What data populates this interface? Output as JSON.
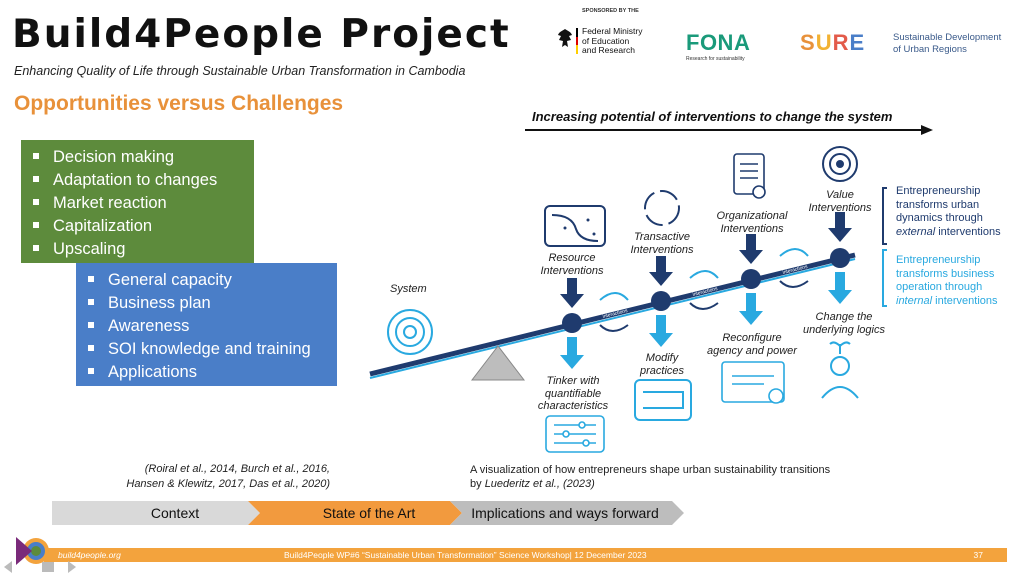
{
  "header": {
    "title": "Build4People Project",
    "subtitle": "Enhancing Quality of Life through Sustainable Urban Transformation in Cambodia"
  },
  "sponsors": {
    "sponsored_by": "SPONSORED BY THE",
    "ministry_lines": [
      "Federal Ministry",
      "of Education",
      "and Research"
    ],
    "fona": "FONA",
    "fona_sub": "Research for sustainability",
    "sure_letters": [
      "S",
      "U",
      "R",
      "E"
    ],
    "sure_text_lines": [
      "Sustainable Development",
      "of Urban Regions"
    ]
  },
  "section_title": "Opportunities versus Challenges",
  "opportunities": [
    "Decision making",
    "Adaptation to changes",
    "Market reaction",
    "Capitalization",
    "Upscaling"
  ],
  "challenges": [
    "General capacity",
    "Business plan",
    "Awareness",
    "SOI knowledge and training",
    "Applications"
  ],
  "diagram": {
    "potential_title": "Increasing potential of interventions to change the system",
    "system": "System",
    "resource": [
      "Resource",
      "Interventions"
    ],
    "transactive": [
      "Transactive",
      "Interventions"
    ],
    "organizational": [
      "Organizational",
      "Interventions"
    ],
    "value": [
      "Value",
      "Interventions"
    ],
    "tinker": [
      "Tinker with",
      "quantifiable",
      "characteristics"
    ],
    "modify": [
      "Modify",
      "practices"
    ],
    "reconfigure": [
      "Reconfigure",
      "agency and power"
    ],
    "change": [
      "Change the",
      "underlying logics"
    ],
    "interactions": "interactions",
    "external_lines": [
      "Entrepreneurship",
      "transforms urban",
      "dynamics through"
    ],
    "external_em": "external",
    "external_tail": " interventions",
    "internal_lines": [
      "Entrepreneurship",
      "transforms business",
      "operation through"
    ],
    "internal_em": "internal",
    "internal_tail": " interventions"
  },
  "citation_lines": [
    "(Roiral et al., 2014, Burch et al., 2016,",
    "Hansen & Klewitz, 2017, Das et al., 2020)"
  ],
  "viz_caption_line1": "A visualization of how entrepreneurs shape urban sustainability transitions",
  "viz_caption_line2_pre": "by ",
  "viz_caption_line2_em": "Luederitz et al., (2023)",
  "progress": [
    "Context",
    "State of the Art",
    "Implications and ways forward"
  ],
  "footer": {
    "site": "build4people.org",
    "event": "Build4People WP#6 “Sustainable Urban Transformation” Science Workshop| 12 December 2023",
    "page": "37"
  },
  "colors": {
    "green": "#5d8b3c",
    "blue": "#4a7ec8",
    "orange": "#f3a33d",
    "dark_navy": "#1f3b6e",
    "light_blue": "#29a9e0"
  }
}
